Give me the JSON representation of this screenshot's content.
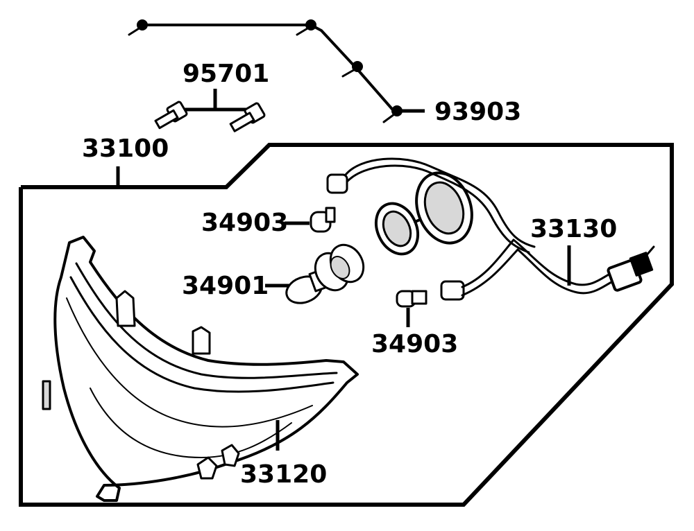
{
  "part_numbers": {
    "p95701": "95701",
    "p93903": "93903",
    "p33100": "33100",
    "p34903_top": "34903",
    "p34901": "34901",
    "p33130": "33130",
    "p34903_bottom": "34903",
    "p33120": "33120"
  },
  "colors": {
    "ink": "#000000",
    "paper": "#ffffff",
    "shade": "#d8d8d8"
  }
}
